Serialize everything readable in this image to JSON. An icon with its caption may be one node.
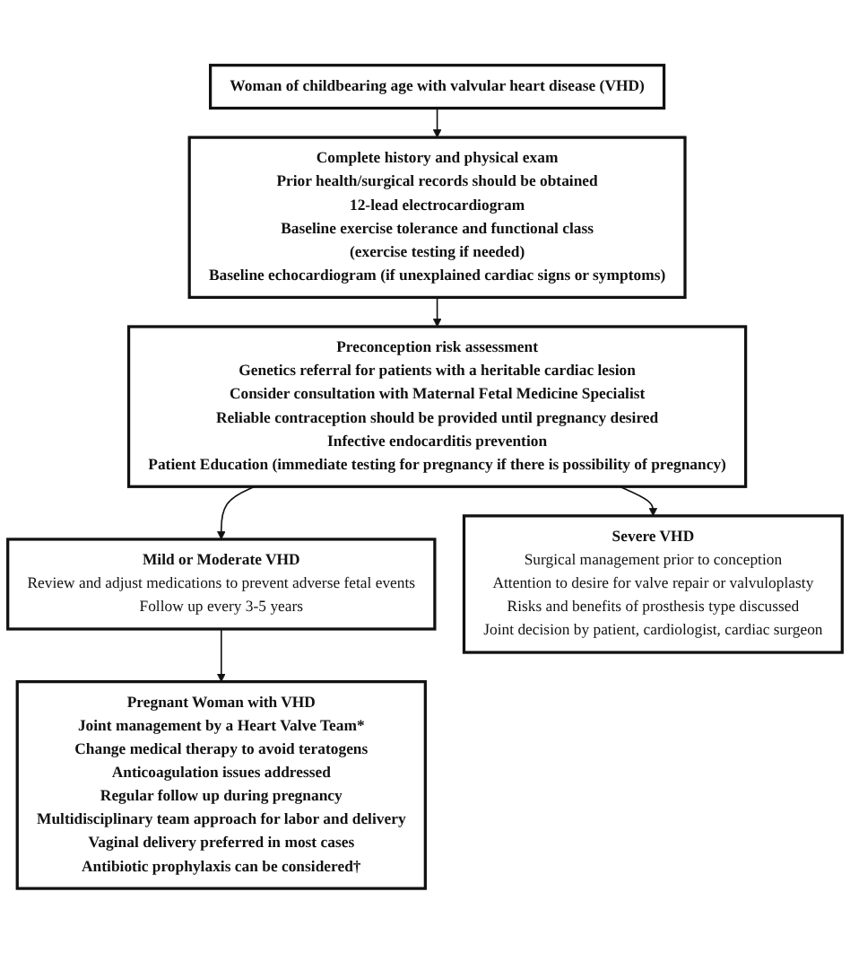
{
  "diagram": {
    "nodes": [
      {
        "text": [
          "Woman of childbearing age with valvular heart disease (VHD)"
        ]
      },
      {
        "text": [
          "Complete history and physical exam",
          "Prior health/surgical records should be obtained",
          "12-lead electrocardiogram",
          "Baseline exercise tolerance and functional class",
          "(exercise testing if needed)",
          "Baseline echocardiogram (if unexplained cardiac signs or symptoms)"
        ]
      },
      {
        "text": [
          "Preconception risk assessment",
          "Genetics referral for patients with a heritable cardiac lesion",
          "Consider consultation with Maternal Fetal Medicine Specialist",
          "Reliable contraception should be provided until pregnancy desired",
          "Infective endocarditis prevention",
          "Patient Education (immediate testing for pregnancy if there is possibility of pregnancy)"
        ]
      },
      {
        "text": [
          "Mild or Moderate VHD",
          "Review and adjust medications to prevent adverse fetal events",
          "Follow up every 3-5 years"
        ]
      },
      {
        "text": [
          "Severe VHD",
          "Surgical management prior to conception",
          "Attention to desire for valve repair or valvuloplasty",
          "Risks and benefits of prosthesis type discussed",
          "Joint decision by patient, cardiologist, cardiac surgeon"
        ]
      },
      {
        "text": [
          "Pregnant Woman with VHD",
          "Joint management by a Heart Valve Team*",
          "Change medical therapy to avoid teratogens",
          "Anticoagulation issues addressed",
          "Regular follow up during pregnancy",
          "Multidisciplinary team approach for labor and delivery",
          "Vaginal delivery preferred in most cases",
          "Antibiotic prophylaxis can be considered†"
        ]
      }
    ],
    "edges": [
      {
        "from": 0,
        "to": 1,
        "arrow": "to"
      },
      {
        "from": 1,
        "to": 2,
        "arrow": "to"
      },
      {
        "from": 2,
        "to": 3,
        "arrow": "to"
      },
      {
        "from": 2,
        "to": 4,
        "arrow": "to"
      },
      {
        "from": 3,
        "to": 5,
        "arrow": "to"
      }
    ]
  }
}
